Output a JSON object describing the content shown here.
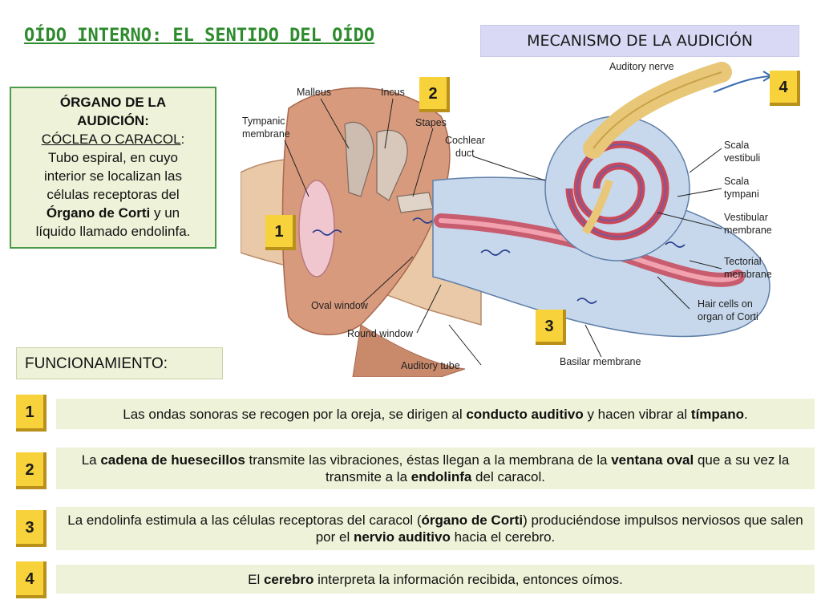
{
  "title": "OÍDO INTERNO: EL SENTIDO DEL OÍDO",
  "section_header": "MECANISMO DE LA AUDICIÓN",
  "organ_box": {
    "line1": "ÓRGANO DE LA",
    "line2": "AUDICIÓN:",
    "line3a": "CÓCLEA O CARACOL",
    "line3b": ":",
    "line4": "Tubo espiral, en cuyo",
    "line5": "interior se localizan las",
    "line6": "células receptoras del",
    "line7a": "Órgano de Corti",
    "line7b": " y un",
    "line8": "líquido llamado  endolinfa."
  },
  "diagram": {
    "labels": {
      "malleus": "Malleus",
      "incus": "Incus",
      "tympanic1": "Tympanic",
      "tympanic2": "membrane",
      "stapes": "Stapes",
      "cochlear1": "Cochlear",
      "cochlear2": "duct",
      "auditory_nerve": "Auditory nerve",
      "scala_v1": "Scala",
      "scala_v2": "vestibuli",
      "scala_t1": "Scala",
      "scala_t2": "tympani",
      "vestibular1": "Vestibular",
      "vestibular2": "membrane",
      "tectorial1": "Tectorial",
      "tectorial2": "membrane",
      "hair1": "Hair cells on",
      "hair2": "organ of Corti",
      "oval_window": "Oval window",
      "round_window": "Round window",
      "auditory_tube": "Auditory tube",
      "basilar": "Basilar membrane"
    },
    "badges": [
      "1",
      "2",
      "3",
      "4"
    ]
  },
  "functioning_label": "FUNCIONAMIENTO:",
  "steps": [
    {
      "number": "1",
      "parts": [
        "Las ondas sonoras se recogen por la oreja, se dirigen al ",
        "conducto auditivo",
        " y hacen vibrar al ",
        "tímpano",
        "."
      ]
    },
    {
      "number": "2",
      "parts": [
        "La ",
        "cadena de huesecillos",
        " transmite las vibraciones, éstas llegan a la membrana de la ",
        "ventana oval",
        " que a su vez la transmite a la ",
        "endolinfa",
        " del caracol."
      ]
    },
    {
      "number": "3",
      "parts": [
        "La endolinfa estimula a las células receptoras del caracol (",
        "órgano de Corti",
        ") produciéndose impulsos nerviosos que salen por el ",
        "nervio auditivo",
        " hacia el cerebro."
      ]
    },
    {
      "number": "4",
      "parts": [
        "El ",
        "cerebro",
        " interpreta la información recibida, entonces oímos."
      ]
    }
  ],
  "colors": {
    "title_green": "#2e8b2e",
    "header_lavender": "#d9d9f5",
    "box_cream": "#eef2d8",
    "badge_yellow": "#f8d23a"
  }
}
